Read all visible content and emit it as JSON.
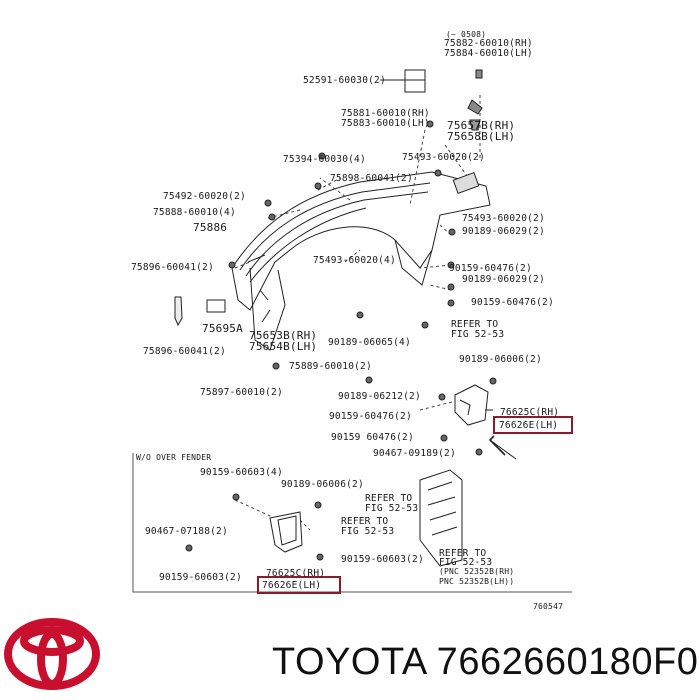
{
  "diagram": {
    "labels": {
      "l_7588x_top": "75882-60010(RH)",
      "l_75884": "75884-60010(LH)",
      "l_52591": "52591-60030(2)",
      "l_75881": "75881-60010(RH)",
      "l_75883": "75883-60010(LH)",
      "l_75657": "75657B(RH)",
      "l_75658": "75658B(LH)",
      "l_75394": "75394-60030(4)",
      "l_75493_a": "75493-60020(2)",
      "l_75898": "75898-60041(2)",
      "l_75492": "75492-60020(2)",
      "l_75888": "75888-60010(4)",
      "l_75493_b": "75493-60020(2)",
      "l_90189_a": "90189-06029(2)",
      "l_75886": "75886",
      "l_75493_c": "75493-60020(4)",
      "l_75896_a": "75896-60041(2)",
      "l_90159_a": "90159-60476(2)",
      "l_90189_b": "90189-06029(2)",
      "l_90159_b": "90159-60476(2)",
      "l_75695": "75695A",
      "l_75653": "75653B(RH)",
      "l_75654": "75654B(LH)",
      "l_90189_c": "90189-06065(4)",
      "l_refer1a": "REFER TO",
      "l_refer1b": "FIG 52-53",
      "l_75896_b": "75896-60041(2)",
      "l_90189_d": "90189-06006(2)",
      "l_75889": "75889-60010(2)",
      "l_75897": "75897-60010(2)",
      "l_90189_e": "90189-06212(2)",
      "l_76625_a": "76625C(RH)",
      "l_90159_c": "90159-60476(2)",
      "l_76626_a": "76626E(LH)",
      "l_90159_d": "90159 60476(2)",
      "l_90467_a": "90467-09189(2)",
      "l_wo_fender": "W/O OVER FENDER",
      "l_90159_e": "90159-60603(4)",
      "l_90189_f": "90189-06006(2)",
      "l_refer2a": "REFER TO",
      "l_refer2b": "FIG 52-53",
      "l_90467_b": "90467-07188(2)",
      "l_refer3a": "REFER TO",
      "l_refer3b": "FIG 52-53",
      "l_90159_f": "90159-60603(2)",
      "l_refer4a": "REFER TO",
      "l_refer4b": "FIG 52-53",
      "l_pnc1": "(PNC 52352B(RH)",
      "l_pnc2": "PNC 52352B(LH))",
      "l_76625_b": "76625C(RH)",
      "l_90159_g": "90159-60603(2)",
      "l_76626_b": "76626E(LH)",
      "l_fig": "760547",
      "l_note": "(~ 0508)"
    },
    "highlight_color": "#8b1a2b"
  },
  "footer": {
    "brand_text": "TOYOTA 7662660180F0",
    "logo_color": "#c8102e"
  }
}
